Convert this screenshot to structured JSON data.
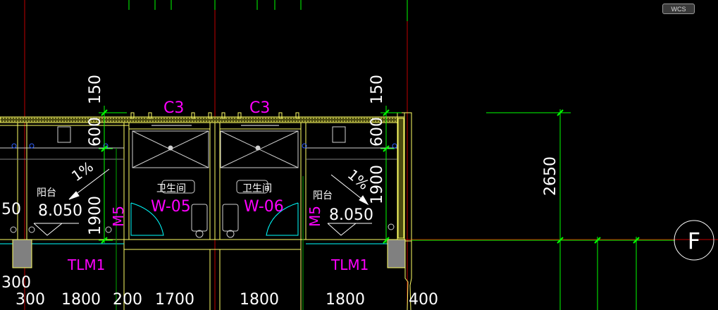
{
  "viewcube": {
    "wcs_label": "WCS"
  },
  "dims": {
    "v_left_top": "150",
    "v_left_mid": "600",
    "v_left_bot": "1900",
    "v_right_top": "150",
    "v_right_mid": "600",
    "v_right_bot": "1900",
    "v_far": "2650",
    "h_300_a": "300",
    "h_300_b": "300",
    "h_1800_a": "1800",
    "h_200": "200",
    "h_1700": "1700",
    "h_1800_b": "1800",
    "h_1800_c": "1800",
    "h_400": "400",
    "left_cut": "50"
  },
  "labels": {
    "c3_left": "C3",
    "c3_right": "C3",
    "bath_left": "卫生间",
    "bath_right": "卫生间",
    "w05": "W-05",
    "w06": "W-06",
    "balcony_left": "阳台",
    "balcony_right": "阳台",
    "elev_left": "8.050",
    "elev_right": "8.050",
    "slope_left": "1%",
    "slope_right": "1%",
    "m5_left": "M5",
    "m5_right": "M5",
    "tlm1_left": "TLM1",
    "tlm1_right": "TLM1",
    "axis_f": "F"
  },
  "colors": {
    "background": "#000000",
    "dimension": "#00ff00",
    "wall": "#ffff66",
    "text_white": "#ffffff",
    "text_magenta": "#ff00ff",
    "cyan": "#00ffff",
    "axis_red": "#ff0000",
    "gray": "#808080"
  }
}
